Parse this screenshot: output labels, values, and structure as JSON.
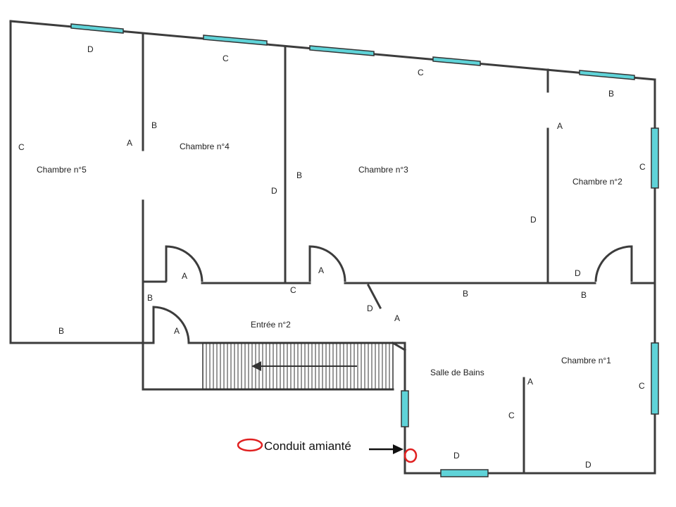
{
  "rooms": {
    "chambre5": "Chambre n°5",
    "chambre4": "Chambre n°4",
    "chambre3": "Chambre n°3",
    "chambre2": "Chambre n°2",
    "chambre1": "Chambre n°1",
    "entree": "Entrée n°2",
    "sdb": "Salle de Bains"
  },
  "wall_labels": {
    "A": "A",
    "B": "B",
    "C": "C",
    "D": "D"
  },
  "legend": {
    "text": "Conduit amianté",
    "marker_color": "#e02020"
  },
  "colors": {
    "window_fill": "#5fd3d8",
    "wall": "#3c3c3c"
  },
  "icons": {
    "marker": "red-ellipse-icon",
    "arrow": "black-arrow-icon",
    "stairs": "staircase-icon"
  }
}
